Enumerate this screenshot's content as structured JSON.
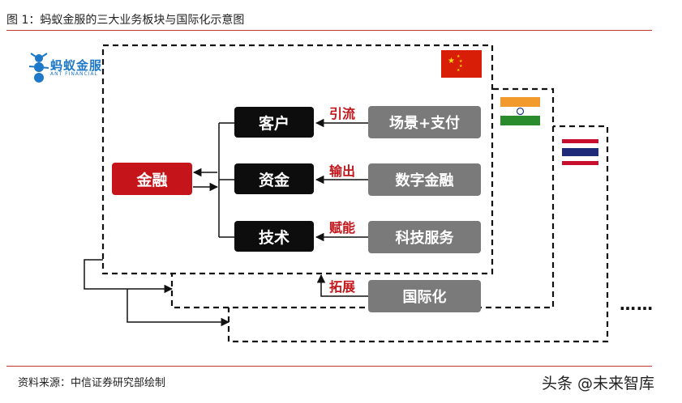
{
  "figure": {
    "title": "图 1：蚂蚁金服的三大业务板块与国际化示意图",
    "source": "资料来源：中信证券研究部绘制",
    "watermark": "头条 @未来智库"
  },
  "logo": {
    "name": "蚂蚁金服",
    "subtitle": "ANT FINANCIAL",
    "color": "#1d78c8"
  },
  "nodes": {
    "center": "金融",
    "customer": "客户",
    "capital": "资金",
    "technology": "技术",
    "scenario_payment": "场景+支付",
    "digital_finance": "数字金融",
    "tech_services": "科技服务",
    "internationalization": "国际化"
  },
  "edge_labels": {
    "attract": "引流",
    "output": "输出",
    "empower": "赋能",
    "expand": "拓展"
  },
  "more": "……",
  "flags": [
    "china-flag",
    "india-flag",
    "thailand-flag"
  ],
  "colors": {
    "accent_red": "#c5151a",
    "black_box": "#0d0d0d",
    "gray_box": "#7a7a7a"
  }
}
